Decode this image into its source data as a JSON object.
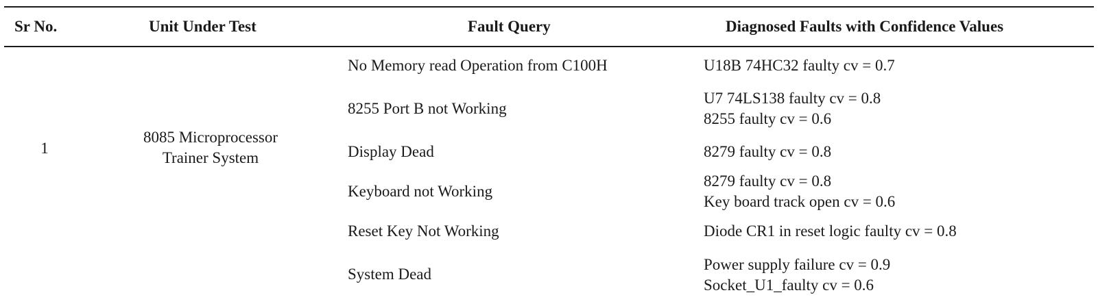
{
  "table": {
    "headers": {
      "sr_no": "Sr No.",
      "unit": "Unit Under Test",
      "query": "Fault Query",
      "faults": "Diagnosed Faults with Confidence Values"
    },
    "rows": [
      {
        "sr_no": "1",
        "unit_line1": "8085 Microprocessor",
        "unit_line2": "Trainer System",
        "entries": [
          {
            "query": "No Memory read Operation from C100H",
            "faults": [
              "U18B 74HC32 faulty cv = 0.7"
            ]
          },
          {
            "query": "8255 Port B not Working",
            "faults": [
              "U7 74LS138 faulty cv = 0.8",
              "8255 faulty cv = 0.6"
            ]
          },
          {
            "query": "Display Dead",
            "faults": [
              "8279 faulty cv = 0.8"
            ]
          },
          {
            "query": "Keyboard not Working",
            "faults": [
              "8279 faulty cv = 0.8",
              "Key board track open cv = 0.6"
            ]
          },
          {
            "query": "Reset Key Not Working",
            "faults": [
              "Diode CR1 in reset logic faulty cv = 0.8"
            ]
          },
          {
            "query": "System Dead",
            "faults": [
              "Power supply failure cv = 0.9",
              "Socket_U1_faulty cv = 0.6"
            ]
          }
        ]
      }
    ]
  }
}
